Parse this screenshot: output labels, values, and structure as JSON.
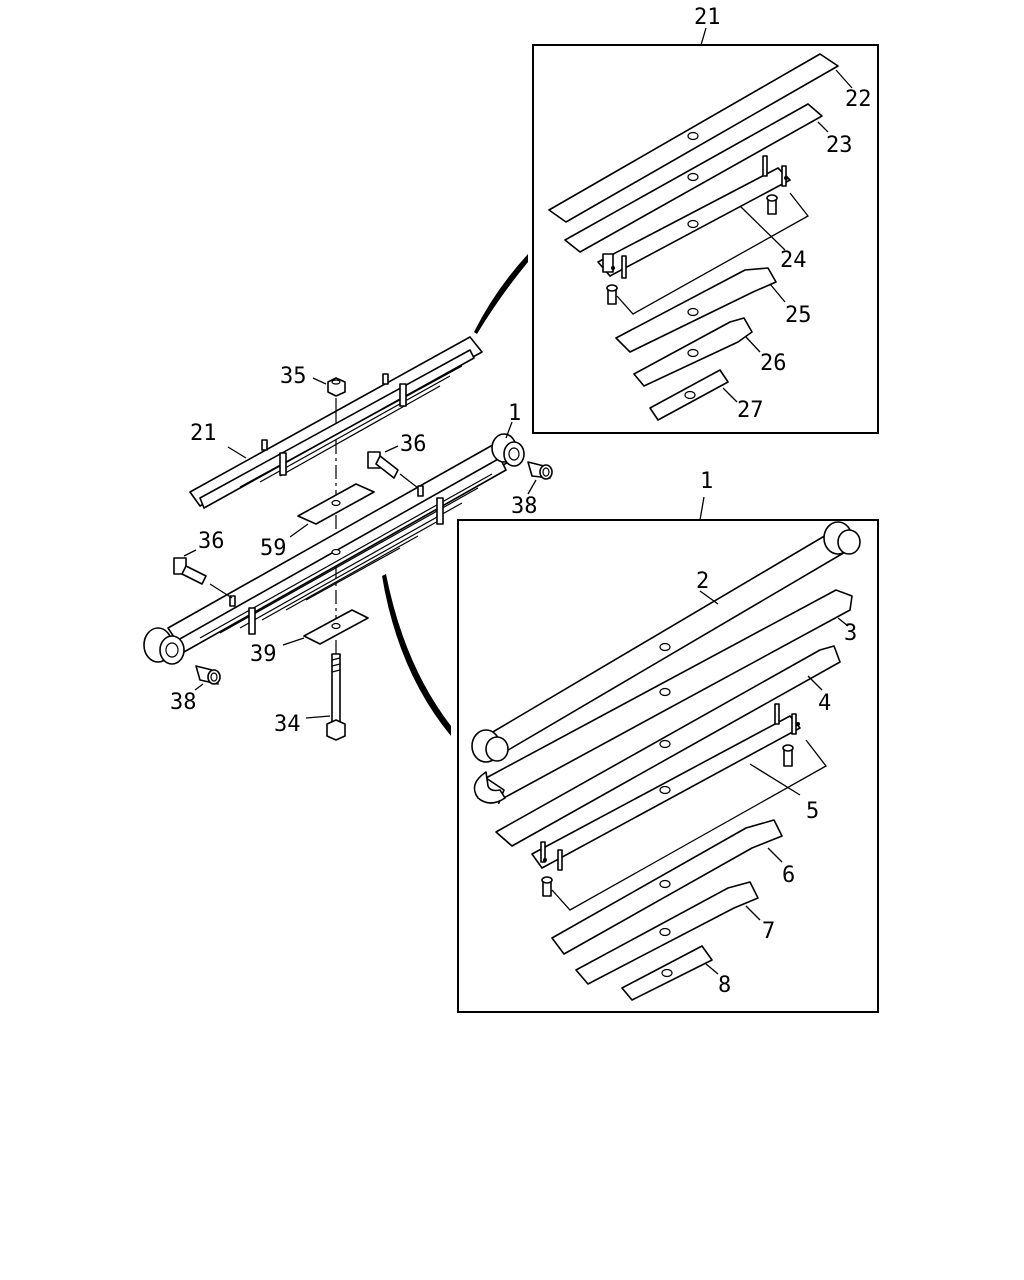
{
  "diagram": {
    "callouts": {
      "c_21_detail": "21",
      "c_22": "22",
      "c_23": "23",
      "c_24": "24",
      "c_25": "25",
      "c_26": "26",
      "c_27": "27",
      "c_35": "35",
      "c_21_main": "21",
      "c_36_top": "36",
      "c_1_main": "1",
      "c_38_right": "38",
      "c_59": "59",
      "c_36_left": "36",
      "c_39": "39",
      "c_38_left": "38",
      "c_34": "34",
      "c_1_detail": "1",
      "c_2": "2",
      "c_3": "3",
      "c_4": "4",
      "c_5": "5",
      "c_6": "6",
      "c_7": "7",
      "c_8": "8"
    },
    "colors": {
      "line": "#000000",
      "background": "#ffffff"
    }
  }
}
